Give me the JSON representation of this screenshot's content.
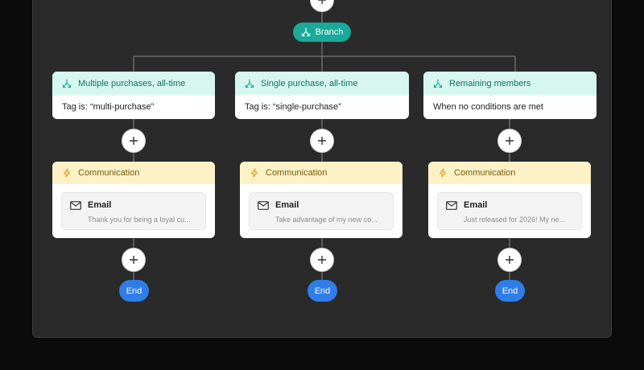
{
  "colors": {
    "canvas_bg": "#2a2a2a",
    "branch": "#1aa99a",
    "condition_header": "#d6f7ef",
    "communication_header": "#fdf1c8",
    "end": "#2f7de8"
  },
  "icons": {
    "branch": "branch-icon",
    "add": "plus-icon",
    "communication": "lightning-icon",
    "email": "envelope-icon"
  },
  "branch": {
    "label": "Branch"
  },
  "columns": [
    {
      "condition_title": "Multiple purchases, all-time",
      "condition_rule": "Tag is: “multi-purchase”",
      "communication_title": "Communication",
      "email_label": "Email",
      "email_preview": "Thank you for being a loyal cu...",
      "end_label": "End"
    },
    {
      "condition_title": "Single purchase, all-time",
      "condition_rule": "Tag is: “single-purchase”",
      "communication_title": "Communication",
      "email_label": "Email",
      "email_preview": "Take advantage of my new co...",
      "end_label": "End"
    },
    {
      "condition_title": "Remaining members",
      "condition_rule": "When no conditions are met",
      "communication_title": "Communication",
      "email_label": "Email",
      "email_preview": "Just released for 2026! My ne...",
      "end_label": "End"
    }
  ]
}
